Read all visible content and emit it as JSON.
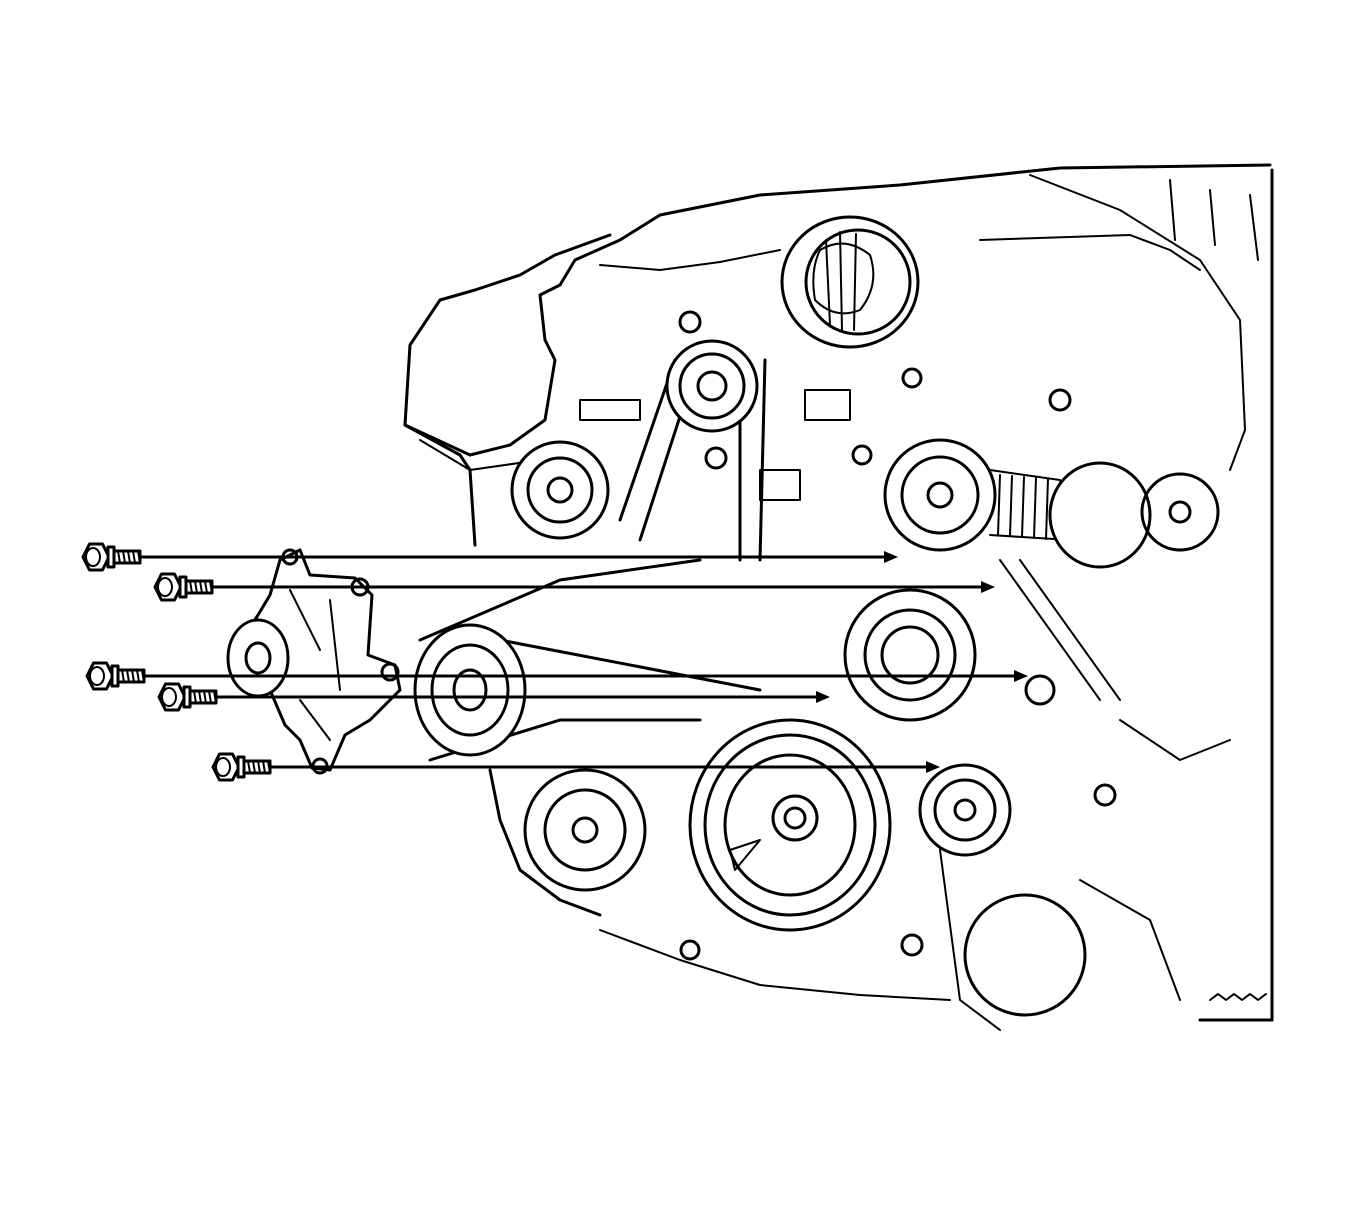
{
  "figure": {
    "kind": "line-art illustration",
    "colors": {
      "line": "#000000",
      "background": "#ffffff"
    },
    "bolts": [
      {
        "id": "bolt-1",
        "icon": "hex-bolt-icon"
      },
      {
        "id": "bolt-2",
        "icon": "hex-bolt-icon"
      },
      {
        "id": "bolt-3",
        "icon": "hex-bolt-icon"
      },
      {
        "id": "bolt-4",
        "icon": "hex-bolt-icon"
      },
      {
        "id": "bolt-5",
        "icon": "hex-bolt-icon"
      }
    ]
  }
}
